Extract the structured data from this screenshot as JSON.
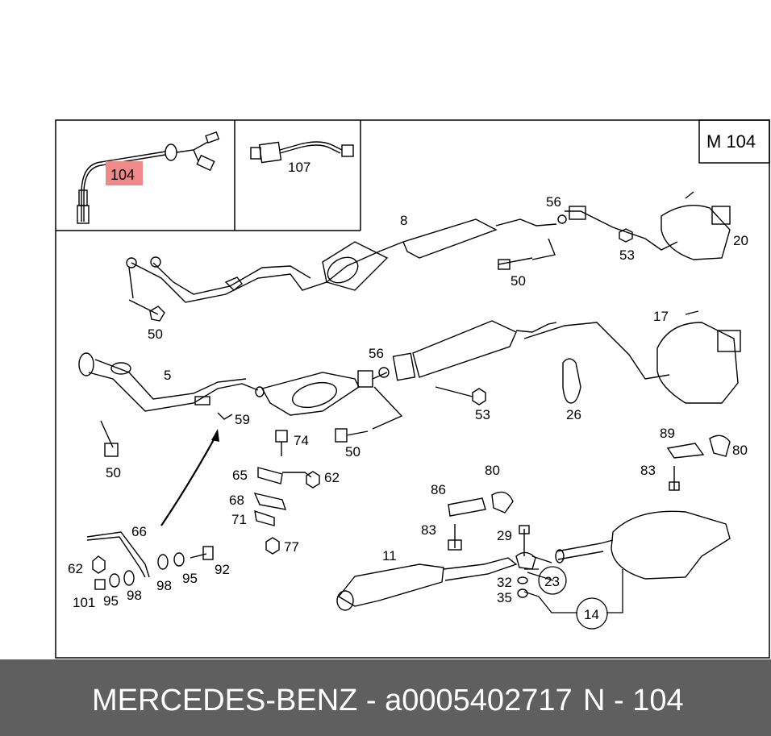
{
  "diagram": {
    "model_box": "M 104",
    "highlight_color": "#f08a8a",
    "inset_left": {
      "callout": "104"
    },
    "inset_right": {
      "callout": "107"
    },
    "callouts": {
      "c8": "8",
      "c56a": "56",
      "c20": "20",
      "c53a": "53",
      "c50a": "50",
      "c50b": "50",
      "c17": "17",
      "c5": "5",
      "c56b": "56",
      "c53b": "53",
      "c26": "26",
      "c50c": "50",
      "c59": "59",
      "c74": "74",
      "c50d": "50",
      "c89": "89",
      "c80a": "80",
      "c83a": "83",
      "c65": "65",
      "c62a": "62",
      "c80b": "80",
      "c86": "86",
      "c68": "68",
      "c71": "71",
      "c66": "66",
      "c77": "77",
      "c29": "29",
      "c83b": "83",
      "c11": "11",
      "c62b": "62",
      "c92": "92",
      "c98a": "98",
      "c95a": "95",
      "c101": "101",
      "c95b": "95",
      "c98b": "98",
      "c32": "32",
      "c35": "35",
      "c23": "23",
      "c14": "14"
    }
  },
  "footer": {
    "brand_part": "MERCEDES-BENZ - a0005402717",
    "reference": "N - 104"
  }
}
